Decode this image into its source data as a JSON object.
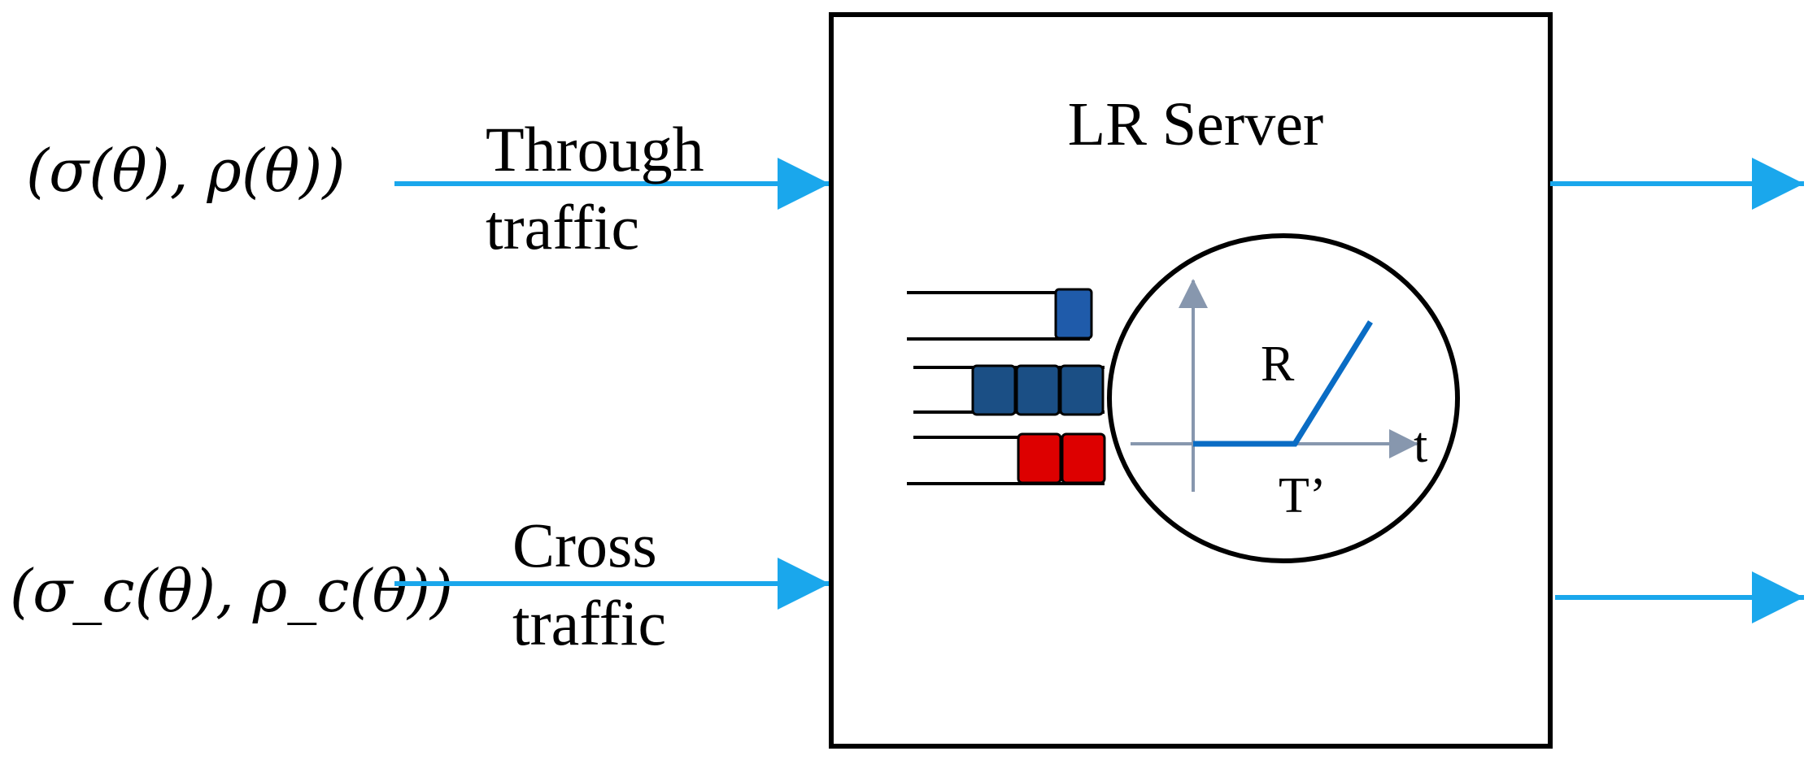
{
  "diagram": {
    "server_label": "LR Server",
    "inputs": [
      {
        "math_label": "(σ(θ), ρ(θ))",
        "traffic_line1": "Through",
        "traffic_line2": "traffic"
      },
      {
        "math_label": "(σ_c(θ), ρ_c(θ))",
        "traffic_line1": "Cross",
        "traffic_line2": "traffic"
      }
    ],
    "service_curve": {
      "rate_label": "R",
      "latency_label": "T’",
      "axis_label": "t"
    },
    "queues": [
      {
        "packets": 1,
        "color": "#1F5BAA"
      },
      {
        "packets": 3,
        "color": "#1B4F85"
      },
      {
        "packets": 2,
        "color": "#DD0000"
      }
    ],
    "colors": {
      "arrow": "#1AA7EC",
      "curve": "#0A6CC4",
      "axis": "#8797AE",
      "outline": "#000000"
    }
  }
}
